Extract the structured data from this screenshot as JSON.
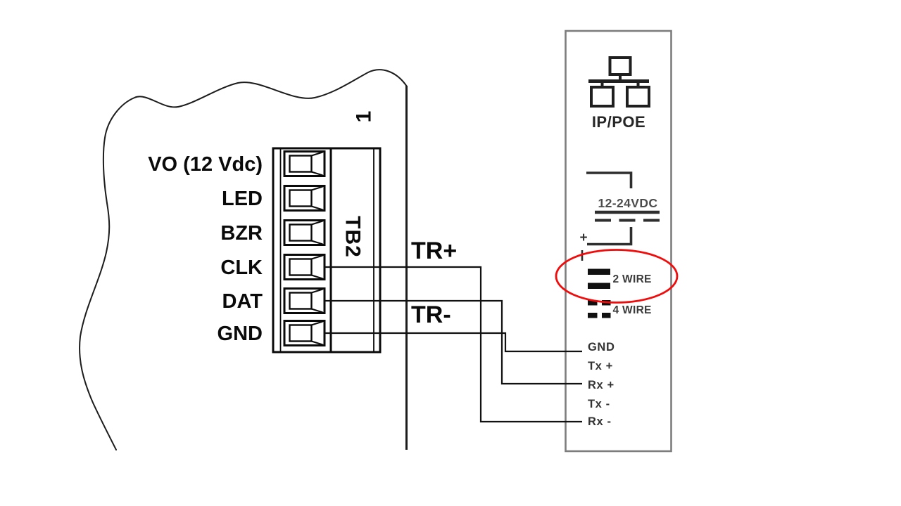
{
  "colors": {
    "ink": "#0a0a0a",
    "device_outline": "#7d7d7d",
    "device_ink": "#2e2e2e",
    "highlight_red": "#f20b0b"
  },
  "panel": {
    "ref_label": "1",
    "terminal_block": "TB2",
    "pins": [
      "VO (12 Vdc)",
      "LED",
      "BZR",
      "CLK",
      "DAT",
      "GND"
    ]
  },
  "bus": {
    "tr_plus": "TR+",
    "tr_minus": "TR-"
  },
  "device": {
    "icon": "ethernet-network-icon",
    "title": "IP/POE",
    "power_rating": "12-24VDC",
    "power_positive": "+",
    "modes": [
      "2 WIRE",
      "4 WIRE"
    ],
    "selected_mode": "2 WIRE",
    "terminals": [
      "GND",
      "Tx +",
      "Rx +",
      "Tx -",
      "Rx -"
    ]
  },
  "connections": [
    {
      "from": "TB2 CLK",
      "to": "Rx -"
    },
    {
      "from": "TB2 DAT",
      "to": "Rx +"
    },
    {
      "from": "TB2 GND",
      "to": "GND"
    }
  ]
}
